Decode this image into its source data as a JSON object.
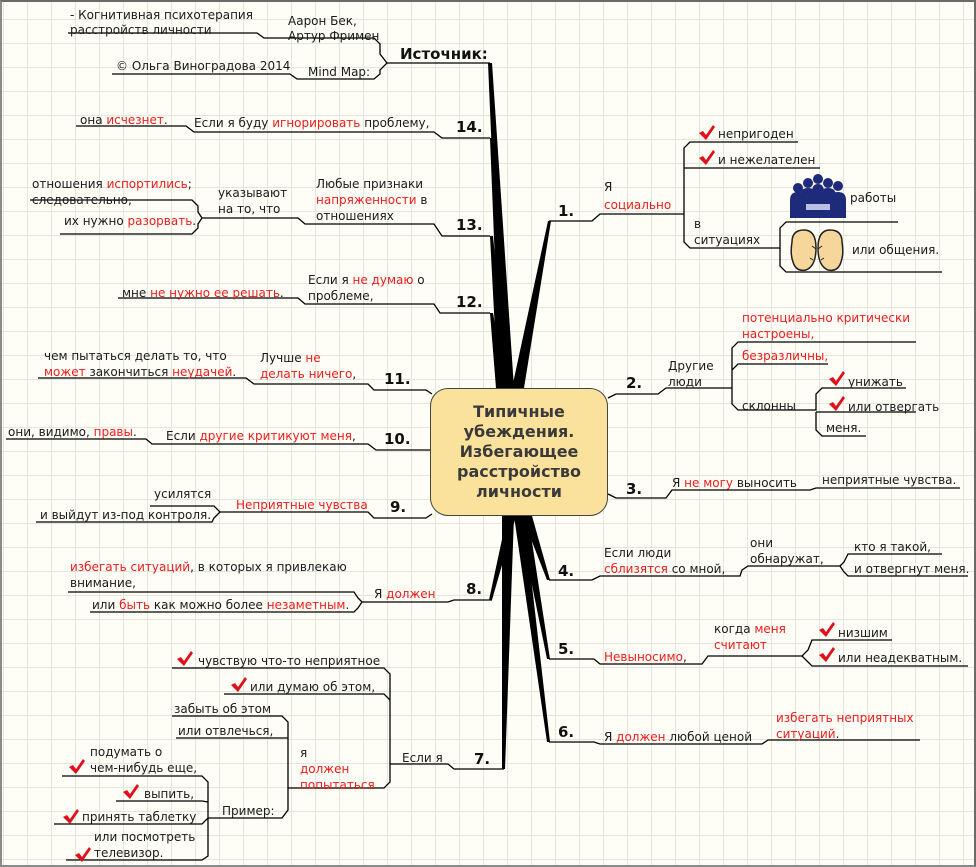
{
  "center": {
    "title": "Типичные\nубеждения.\nИзбегающее\nрасстройство\nличности"
  },
  "colors": {
    "accent_red": "#ee1c1c",
    "center_fill": "#fbe29c",
    "grid": "#e3e6dc",
    "background": "#fefef6"
  },
  "source": {
    "header": "Источник:",
    "book_label": "Аарон Бек,\nАртур Фримен",
    "book_title": "- Когнитивная психотерапия\nрасстройств личности",
    "mindmap_label": "Mind Map:",
    "mindmap_author": "© Ольга Виноградова 2014"
  },
  "branches": {
    "b1": {
      "num": "1.",
      "lead": [
        [
          "Я",
          ""
        ],
        [
          "\n",
          ""
        ],
        [
          "социально",
          "r"
        ]
      ],
      "items": {
        "a": "непригоден",
        "b": "и нежелателен",
        "in_situations": "в\nситуациях",
        "work": "работы",
        "communication": "или общения."
      },
      "icons": [
        "check-icon",
        "check-icon",
        "people-meeting-icon",
        "faces-icon"
      ]
    },
    "b2": {
      "num": "2.",
      "lead": "Другие\nлюди",
      "critical": "потенциально критически\nнастроены,",
      "indifferent": "безразличны,",
      "inclined": "склонны",
      "humiliate": "унижать",
      "reject": "или отвергать",
      "me": "меня."
    },
    "b3": {
      "num": "3.",
      "lead_a": "Я ",
      "lead_red": "не могу",
      "lead_b": " выносить",
      "tail": "неприятные чувства."
    },
    "b4": {
      "num": "4.",
      "lead_a": "Если люди",
      "lead_red": "сблизятся",
      "lead_b": " со мной,",
      "they": "они\nобнаружат,",
      "who": "кто я такой,",
      "reject": "и отвергнут меня."
    },
    "b5": {
      "num": "5.",
      "lead_red": "Невыносимо",
      "lead_b": ",",
      "when_a": "когда ",
      "when_red": "меня\nсчитают",
      "lower": "низшим",
      "inadequate": "или неадекватным."
    },
    "b6": {
      "num": "6.",
      "lead_a": "Я ",
      "lead_red": "должен",
      "lead_b": " любой ценой",
      "tail_red": "избегать неприятных\nситуаций",
      "tail_b": "."
    },
    "b7": {
      "num": "7.",
      "lead": "Если я",
      "feel": "чувствую что-то неприятное",
      "think": "или думаю об этом,",
      "must_a": "я",
      "must_red": "должен\nпопытаться",
      "forget": "забыть об этом",
      "distract": "или отвлечься,",
      "example": "Пример:",
      "ex1": "подумать о\nчем-нибудь еще,",
      "ex2": "выпить,",
      "ex3": "принять таблетку",
      "ex4": "или посмотреть\nтелевизор."
    },
    "b8": {
      "num": "8.",
      "lead_a": "Я ",
      "lead_red": "должен",
      "t1_red": "избегать ситуаций",
      "t1_b": ", в которых я привлекаю\nвнимание,",
      "t2_a": "или ",
      "t2_red": "быть",
      "t2_b": " как можно более ",
      "t2_red2": "незаметным",
      "t2_c": "."
    },
    "b9": {
      "num": "9.",
      "lead_red": "Неприятные чувства",
      "a": "усилятся",
      "b": "и выйдут из-под контроля."
    },
    "b10": {
      "num": "10.",
      "lead_a": "Если ",
      "lead_red": "другие критикуют меня",
      "lead_b": ",",
      "tail_a": "они, видимо, ",
      "tail_red": "правы",
      "tail_b": "."
    },
    "b11": {
      "num": "11.",
      "lead_a": "Лучше ",
      "lead_red": "не\nделать ничего",
      "lead_b": ",",
      "tail_a": "чем пытаться делать то, что\n",
      "tail_red": "может",
      "tail_b": " закончиться ",
      "tail_red2": "неудачей",
      "tail_c": "."
    },
    "b12": {
      "num": "12.",
      "lead_a": "Если я ",
      "lead_red": "не думаю",
      "lead_b": " о\nпроблеме,",
      "tail_a": "мне ",
      "tail_red": "не нужно ее решать",
      "tail_b": "."
    },
    "b13": {
      "num": "13.",
      "lead_a": "Любые признаки\n",
      "lead_red": "напряженности",
      "lead_b": " в\nотношениях",
      "mid": "указывают\nна то, что",
      "t1_a": "отношения ",
      "t1_red": "испортились",
      "t1_b": ";\nследовательно,",
      "t2_a": "их нужно ",
      "t2_red": "разорвать",
      "t2_b": "."
    },
    "b14": {
      "num": "14.",
      "lead_a": "Если я буду ",
      "lead_red": "игнорировать",
      "lead_b": " проблему,",
      "tail_a": "она ",
      "tail_red": "исчезнет",
      "tail_b": "."
    }
  }
}
